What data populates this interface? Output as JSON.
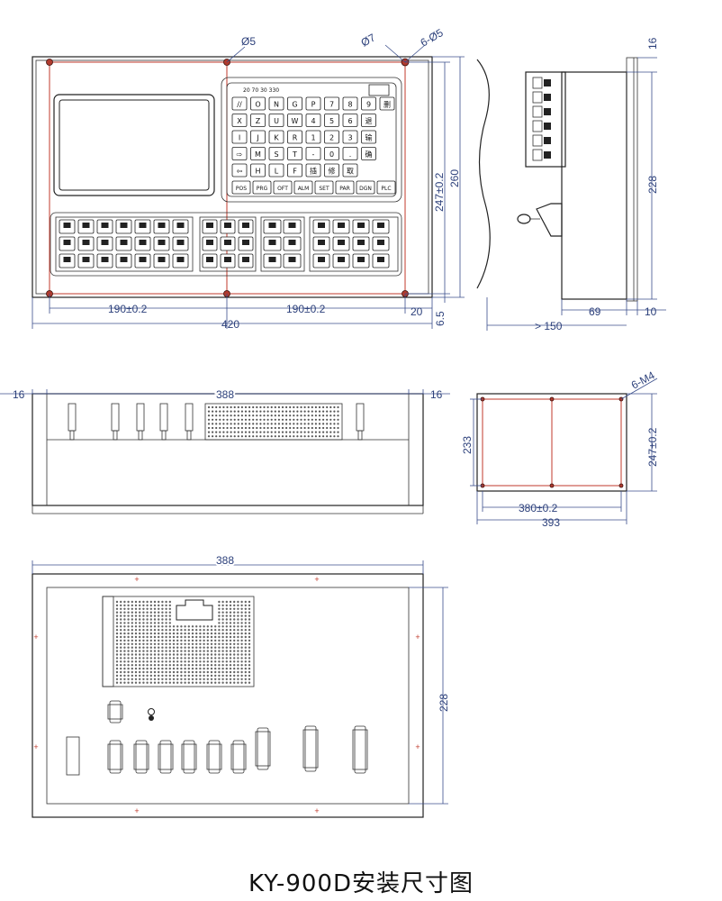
{
  "caption": "KY-900D安装尺寸图",
  "front_view": {
    "hole_labels": {
      "small": "Ø5",
      "large": "Ø7",
      "count": "6-Ø5"
    },
    "dims": {
      "left": "190±0.2",
      "right": "190±0.2",
      "total": "420",
      "margin": "20",
      "height_tol": "247±0.2",
      "height": "260",
      "bottom": "6.5"
    },
    "keypad_rows": [
      [
        "//",
        "O",
        "N",
        "G",
        "P",
        "7",
        "8",
        "9",
        "删"
      ],
      [
        "X",
        "Z",
        "U",
        "W",
        "4",
        "5",
        "6",
        "退"
      ],
      [
        "I",
        "J",
        "K",
        "R",
        "1",
        "2",
        "3",
        "输"
      ],
      [
        "⇨",
        "M",
        "S",
        "T",
        "-",
        "0",
        ".",
        "确"
      ],
      [
        "⇦",
        "H",
        "L",
        "F",
        "插",
        "修",
        "取"
      ]
    ],
    "keypad_bottom": [
      "POS",
      "PRG",
      "OFT",
      "ALM",
      "SET",
      "PAR",
      "DGN",
      "PLC"
    ],
    "top_scale": "20 70 30 330"
  },
  "side_view": {
    "dims": {
      "top": "16",
      "height": "228",
      "depth": "69",
      "lip": "10",
      "total": "> 150"
    }
  },
  "top_view": {
    "dims": {
      "left": "16",
      "width": "388",
      "right": "16"
    }
  },
  "cutout_view": {
    "holes": "6-M4",
    "dims": {
      "height": "233",
      "height_tol": "247±0.2",
      "width_tol": "380±0.2",
      "width": "393"
    }
  },
  "back_view": {
    "dims": {
      "width": "388",
      "height": "228"
    },
    "marks": "+"
  }
}
